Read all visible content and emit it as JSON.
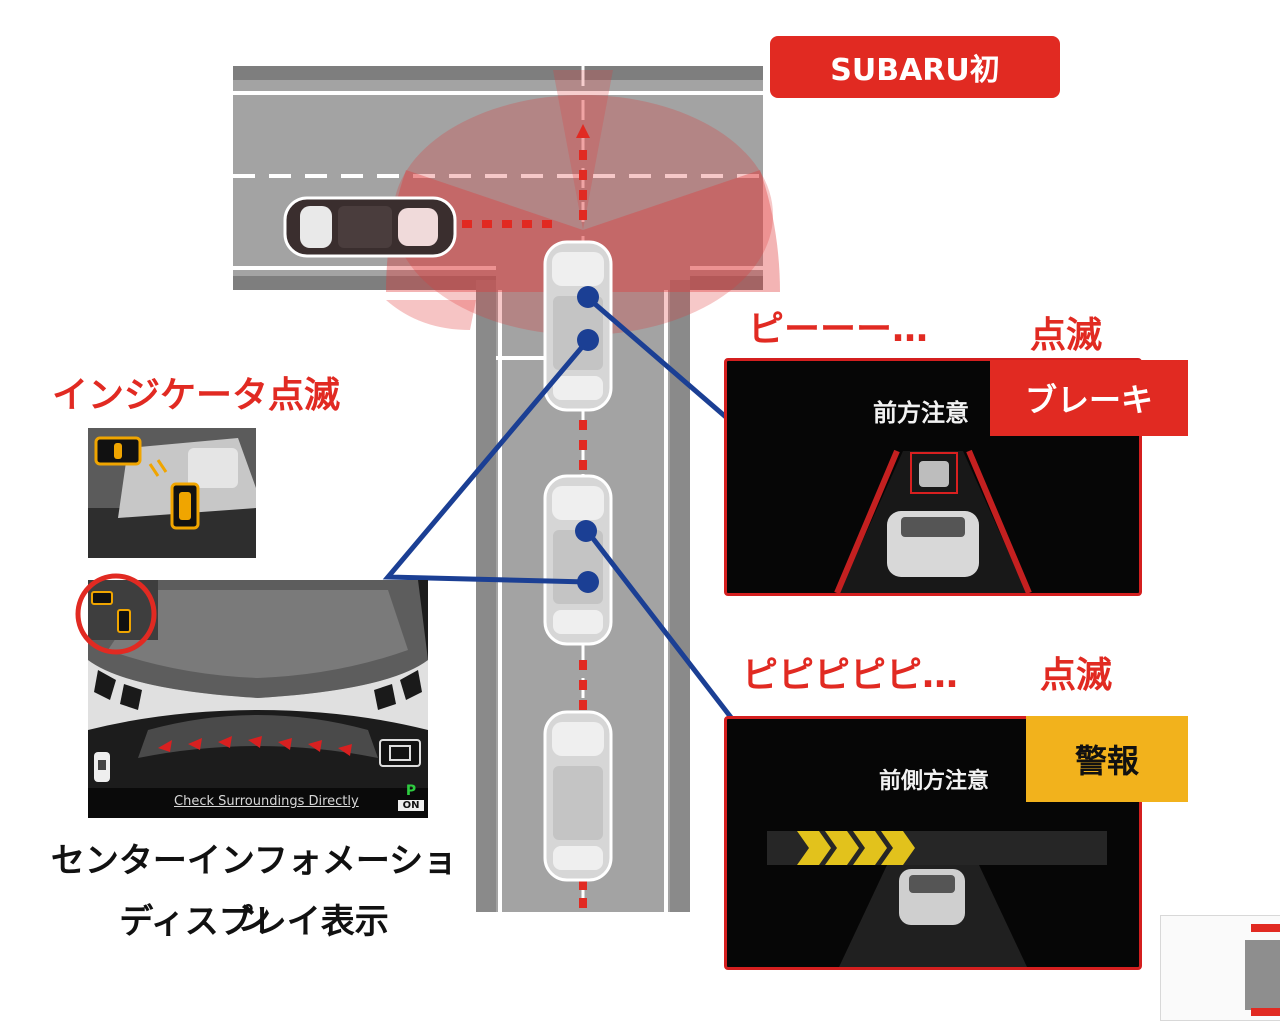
{
  "badge": {
    "first": "SUBARU初"
  },
  "labels": {
    "indicator_blink": "インジケータ点滅",
    "beep_long": "ピーーー…",
    "blink_top": "点滅",
    "beep_short": "ピピピピピ…",
    "blink_bottom": "点滅"
  },
  "center_display": {
    "caption_line1": "センターインフォメーション",
    "caption_line2": "ディスプレイ表示",
    "screen_text": "Check Surroundings Directly",
    "p_on": "ON",
    "p_letter": "P"
  },
  "panel_front": {
    "title": "前方注意",
    "badge": "ブレーキ"
  },
  "panel_side": {
    "title": "前側方注意",
    "badge": "警報"
  },
  "colors": {
    "accent_red": "#e12a22",
    "warning_yellow": "#f2b21c",
    "connector_blue": "#1b3f94",
    "road_gray": "#9a9a9a"
  }
}
